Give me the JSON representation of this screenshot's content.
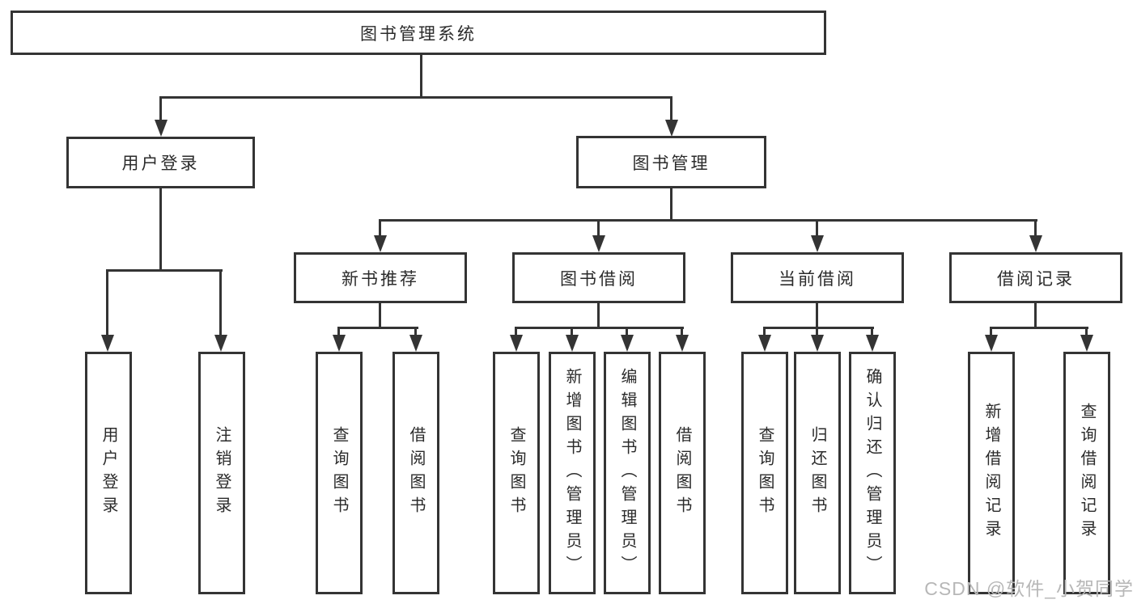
{
  "tree": {
    "root": {
      "label": "图书管理系统",
      "children": [
        {
          "label": "用户登录",
          "children": [
            {
              "label": "用户登录"
            },
            {
              "label": "注销登录"
            }
          ]
        },
        {
          "label": "图书管理",
          "children": [
            {
              "label": "新书推荐",
              "children": [
                {
                  "label": "查询图书"
                },
                {
                  "label": "借阅图书"
                }
              ]
            },
            {
              "label": "图书借阅",
              "children": [
                {
                  "label": "查询图书"
                },
                {
                  "label": "新增图书（管理员）"
                },
                {
                  "label": "编辑图书（管理员）"
                },
                {
                  "label": "借阅图书"
                }
              ]
            },
            {
              "label": "当前借阅",
              "children": [
                {
                  "label": "查询图书"
                },
                {
                  "label": "归还图书"
                },
                {
                  "label": "确认归还（管理员）"
                }
              ]
            },
            {
              "label": "借阅记录",
              "children": [
                {
                  "label": "新增借阅记录"
                },
                {
                  "label": "查询借阅记录"
                }
              ]
            }
          ]
        }
      ]
    }
  },
  "watermark": {
    "text": "CSDN @软件_小贺同学"
  },
  "colors": {
    "line": "#343434",
    "text": "#2b2b2b",
    "watermark": "#b7b7b7",
    "background": "#ffffff"
  }
}
